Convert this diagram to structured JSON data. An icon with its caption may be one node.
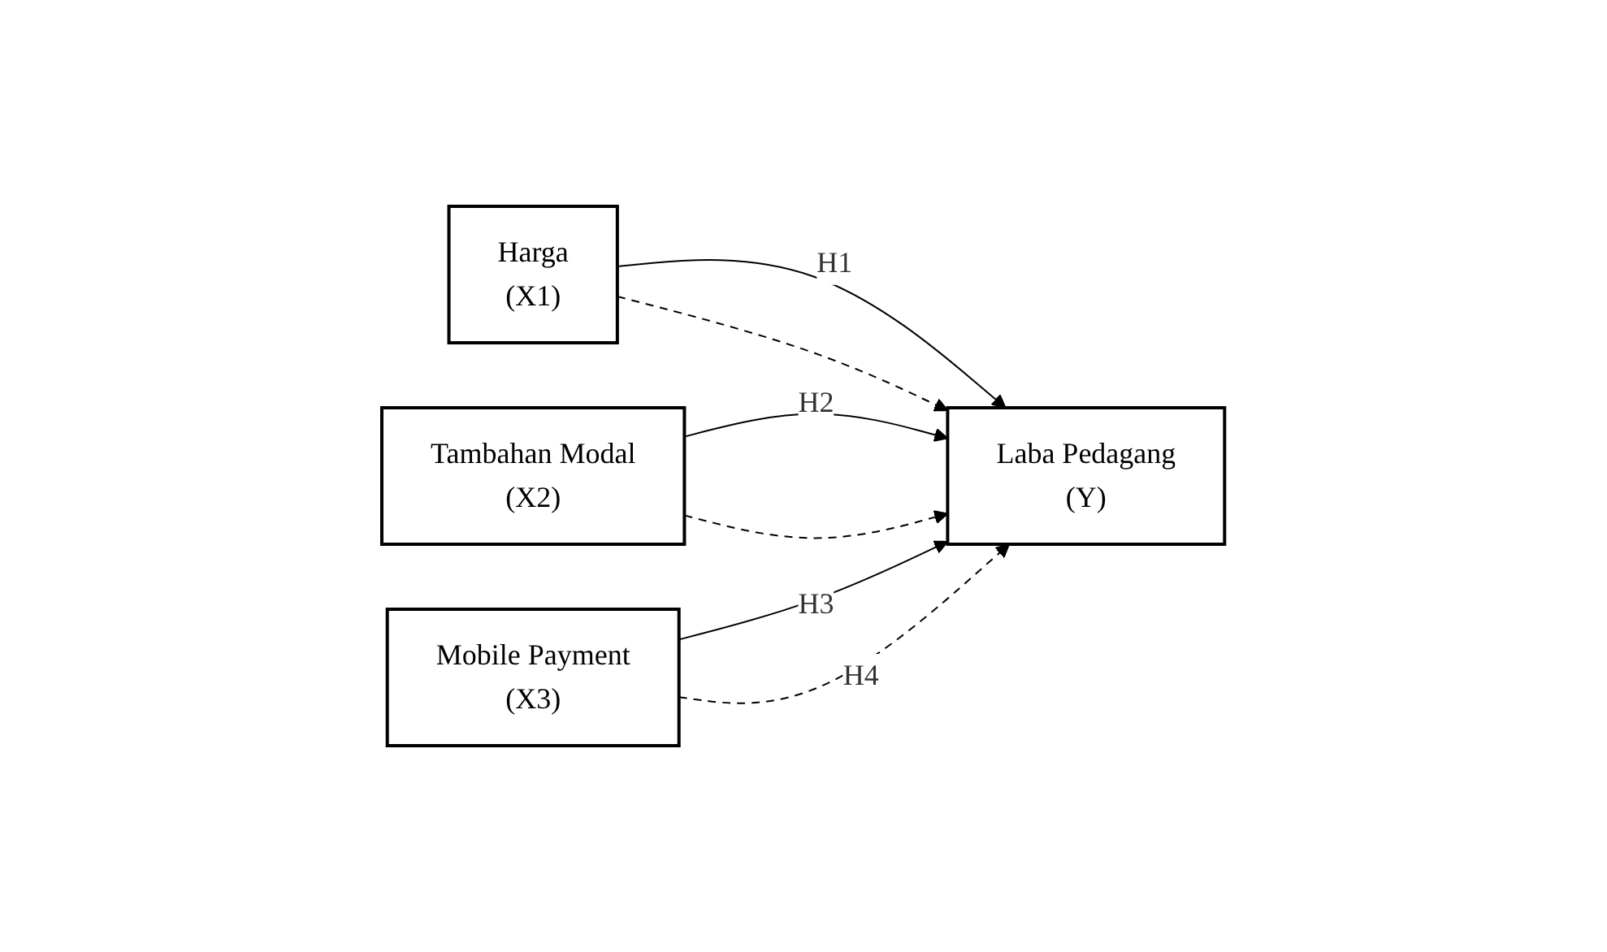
{
  "diagram": {
    "nodes": [
      {
        "text": [
          "Harga",
          "(X1)"
        ]
      },
      {
        "text": [
          "Tambahan Modal",
          "(X2)"
        ]
      },
      {
        "text": [
          "Mobile Payment",
          "(X3)"
        ]
      },
      {
        "text": [
          "Laba Pedagang",
          "(Y)"
        ]
      }
    ],
    "edges": [
      {
        "from": 0,
        "to": 3,
        "arrow": "to",
        "label": "H1"
      },
      {
        "from": 1,
        "to": 3,
        "arrow": "to",
        "label": "H2"
      },
      {
        "from": 2,
        "to": 3,
        "arrow": "to",
        "label": "H3"
      },
      {
        "from": 0,
        "to": 3,
        "arrow": "to",
        "style": "dashed"
      },
      {
        "from": 1,
        "to": 3,
        "arrow": "to",
        "style": "dashed"
      },
      {
        "from": 2,
        "to": 3,
        "arrow": "to",
        "style": "dashed",
        "label": "H4"
      }
    ]
  }
}
